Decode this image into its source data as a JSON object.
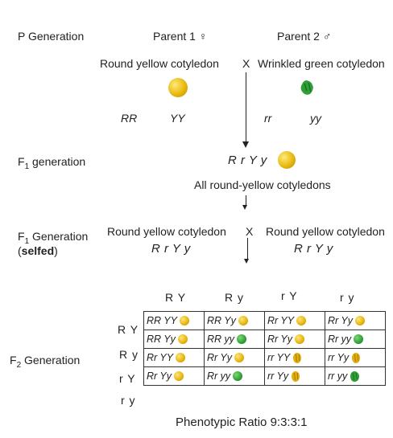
{
  "p_generation": {
    "label": "P Generation",
    "parent1": "Parent 1 ♀",
    "parent2": "Parent 2 ♂",
    "parent1_phenotype": "Round yellow cotyledon",
    "cross": "X",
    "parent2_phenotype": "Wrinkled green cotyledon",
    "parent1_genotype_a": "RR",
    "parent1_genotype_b": "YY",
    "parent2_genotype_a": "rr",
    "parent2_genotype_b": "yy"
  },
  "f1_generation": {
    "label_main": "F",
    "label_sub": "1",
    "label_rest": " generation",
    "genotype": "R r Y y",
    "description": "All round-yellow cotyledons"
  },
  "f1_selfed": {
    "label_main": "F",
    "label_sub": "1",
    "label_rest": " Generation",
    "label_selfed_open": "(",
    "label_selfed_bold": "selfed",
    "label_selfed_close": ")",
    "left_phenotype": "Round yellow cotyledon",
    "cross": "X",
    "right_phenotype": "Round yellow cotyledon",
    "left_genotype": "R r Y y",
    "right_genotype": "R r Y y"
  },
  "f2_generation": {
    "label_main": "F",
    "label_sub": "2",
    "label_rest": " Generation",
    "column_headers": [
      "R Y",
      "R y",
      "r Y",
      "r y"
    ],
    "row_headers": [
      "R Y",
      "R y",
      "r Y",
      "r y"
    ],
    "cells": [
      [
        {
          "text": "RR  YY",
          "pea": "yellow-round"
        },
        {
          "text": "RR  Yy",
          "pea": "yellow-round"
        },
        {
          "text": "Rr YY",
          "pea": "yellow-round"
        },
        {
          "text": "Rr Yy",
          "pea": "yellow-round"
        }
      ],
      [
        {
          "text": "RR  Yy",
          "pea": "yellow-round"
        },
        {
          "text": "RR  yy",
          "pea": "green-round"
        },
        {
          "text": "Rr  Yy",
          "pea": "yellow-round"
        },
        {
          "text": "Rr  yy",
          "pea": "green-round"
        }
      ],
      [
        {
          "text": "Rr  YY",
          "pea": "yellow-round"
        },
        {
          "text": "Rr  Yy",
          "pea": "yellow-round"
        },
        {
          "text": "rr  YY",
          "pea": "yellow-wrinkled"
        },
        {
          "text": "rr  Yy",
          "pea": "yellow-wrinkled"
        }
      ],
      [
        {
          "text": "Rr  Yy",
          "pea": "yellow-round"
        },
        {
          "text": "Rr  yy",
          "pea": "green-round"
        },
        {
          "text": "rr  Yy",
          "pea": "yellow-wrinkled"
        },
        {
          "text": "rr  yy",
          "pea": "green-wrinkled"
        }
      ]
    ],
    "ratio": "Phenotypic Ratio 9:3:3:1"
  },
  "colors": {
    "yellow": "#e8b90f",
    "green": "#34a83a",
    "text": "#222222"
  }
}
